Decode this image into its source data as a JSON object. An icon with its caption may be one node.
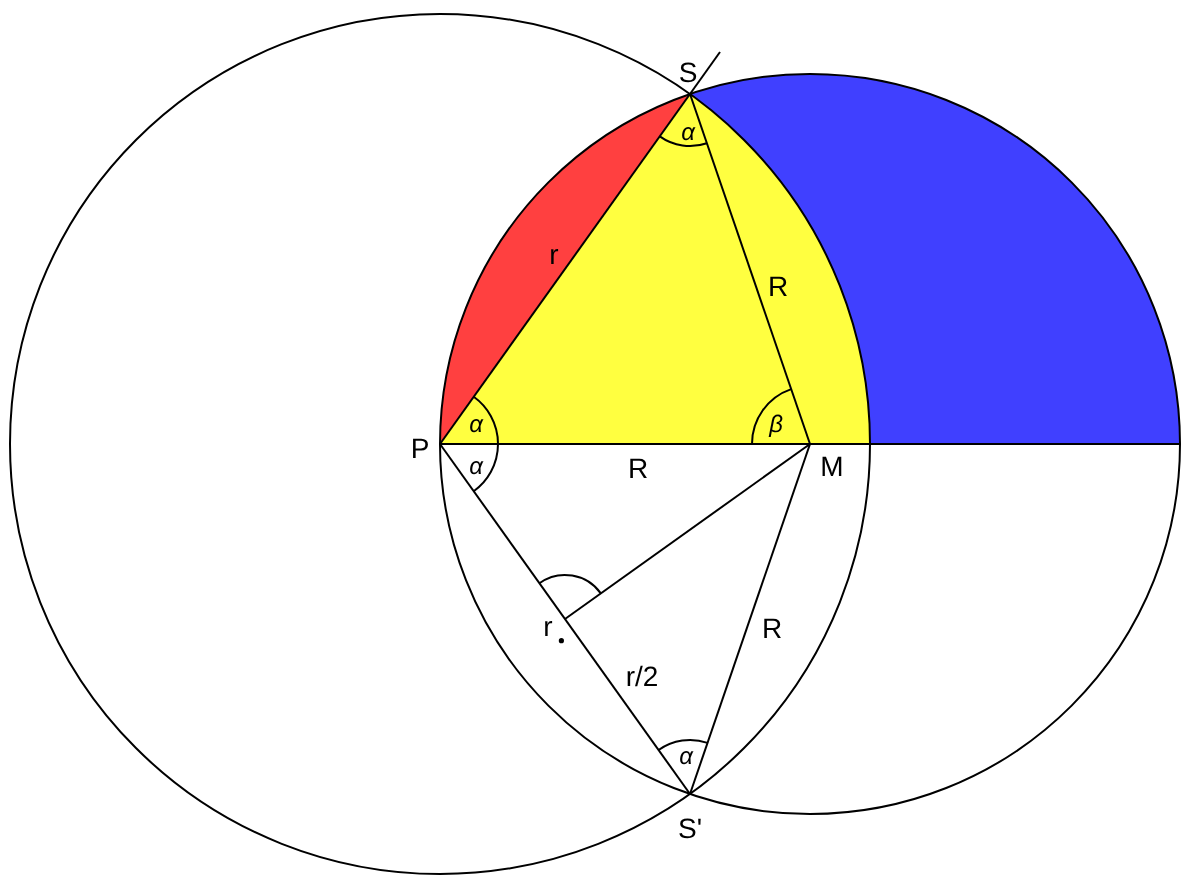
{
  "diagram": {
    "labels": [
      "S",
      "α",
      "r",
      "R",
      "β",
      "P",
      "α",
      "α",
      "R",
      "M",
      "r",
      "r/2",
      "R",
      "α",
      "S'"
    ]
  }
}
